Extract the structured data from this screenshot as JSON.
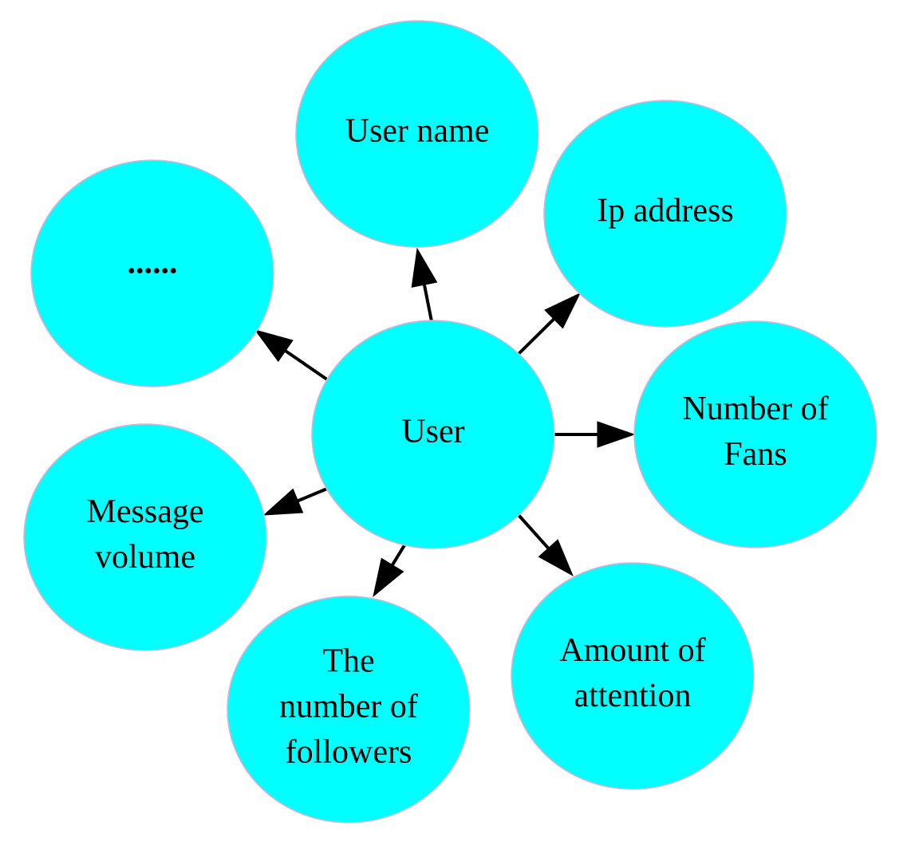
{
  "diagram": {
    "center": {
      "lines": [
        "User"
      ]
    },
    "attributes": [
      {
        "id": "user-name",
        "lines": [
          "User name"
        ]
      },
      {
        "id": "ip-address",
        "lines": [
          "Ip address"
        ]
      },
      {
        "id": "number-of-fans",
        "lines": [
          "Number of",
          "Fans"
        ]
      },
      {
        "id": "amount-of-attention",
        "lines": [
          "Amount of",
          "attention"
        ]
      },
      {
        "id": "number-of-followers",
        "lines": [
          "The",
          "number of",
          "followers"
        ]
      },
      {
        "id": "message-volume",
        "lines": [
          "Message",
          "volume"
        ]
      },
      {
        "id": "more",
        "lines": [
          "......"
        ]
      }
    ]
  },
  "colors": {
    "node_fill": "#00ffff",
    "node_outline": "#d3b7d7",
    "edge": "#000000",
    "text": "#000000",
    "background": "#ffffff"
  }
}
